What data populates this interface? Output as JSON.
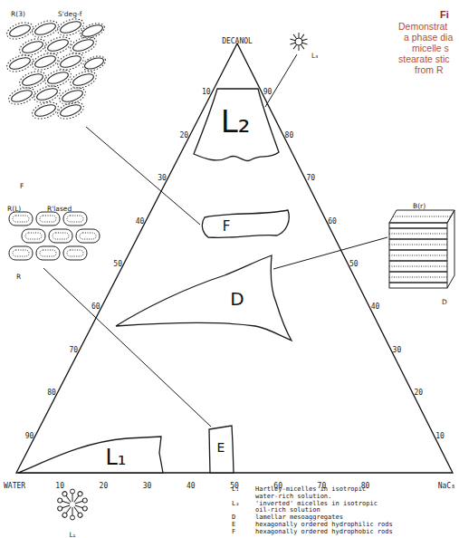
{
  "diagram": {
    "nodes": [
      {
        "text": [
          "L₂"
        ]
      },
      {
        "text": [
          "F"
        ]
      },
      {
        "text": [
          "D"
        ]
      },
      {
        "text": [
          "L₁"
        ]
      },
      {
        "text": [
          "E"
        ]
      }
    ],
    "labels": [
      "Fi",
      "Demonstrat",
      "a phase dia",
      "micelle s",
      "stearate stic",
      "from R",
      "DECANOL",
      "WATER",
      "NaC₈",
      "10",
      "20",
      "30",
      "40",
      "50",
      "60",
      "70",
      "80",
      "90",
      "90",
      "80",
      "70",
      "60",
      "50",
      "40",
      "30",
      "20",
      "10",
      "10",
      "20",
      "30",
      "40",
      "50",
      "60",
      "70",
      "80",
      "R(3)",
      "S'deg-f",
      "F",
      "R(L)",
      "R'lased",
      "R",
      "B(r)",
      "D",
      "L₄",
      "L₁",
      "L₁",
      "L₂",
      "D",
      "E",
      "F"
    ],
    "legend": [
      {
        "text": "Hartley-micelles in isotropic water-rich solution."
      },
      {
        "text": "'inverted' micelles in isotropic oil-rich solution"
      },
      {
        "text": "lamellar mesoaggregates"
      },
      {
        "text": "hexagonally ordered hydrophilic rods"
      },
      {
        "text": "hexagonally ordered hydrophobic rods"
      }
    ]
  }
}
